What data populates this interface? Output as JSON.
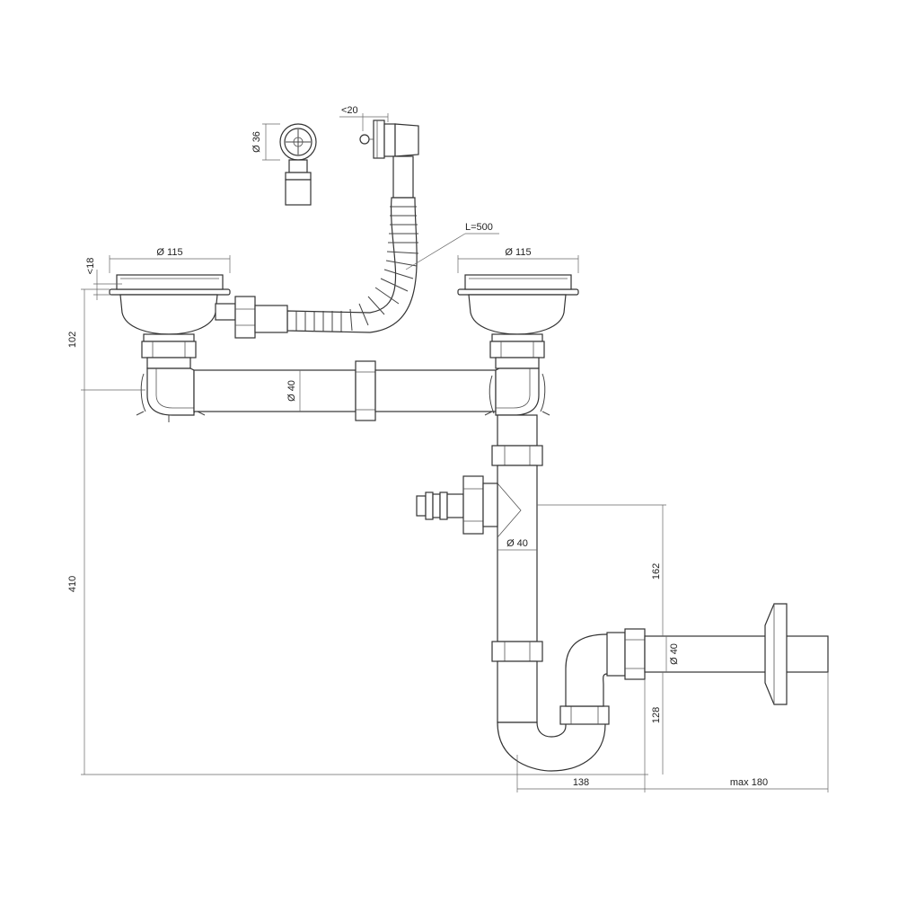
{
  "labels": {
    "basket_left_diameter": "Ø 115",
    "basket_right_diameter": "Ø 115",
    "height_18": "<18",
    "height_102": "102",
    "height_410": "410",
    "hose_length": "L=500",
    "overflow_diameter": "Ø 36",
    "overflow_depth": "<20",
    "pipe_diameter_top": "Ø 40",
    "pipe_diameter_mid": "Ø 40",
    "outlet_diameter": "Ø 40",
    "height_162": "162",
    "height_128": "128",
    "width_138": "138",
    "width_max_180": "max 180"
  }
}
